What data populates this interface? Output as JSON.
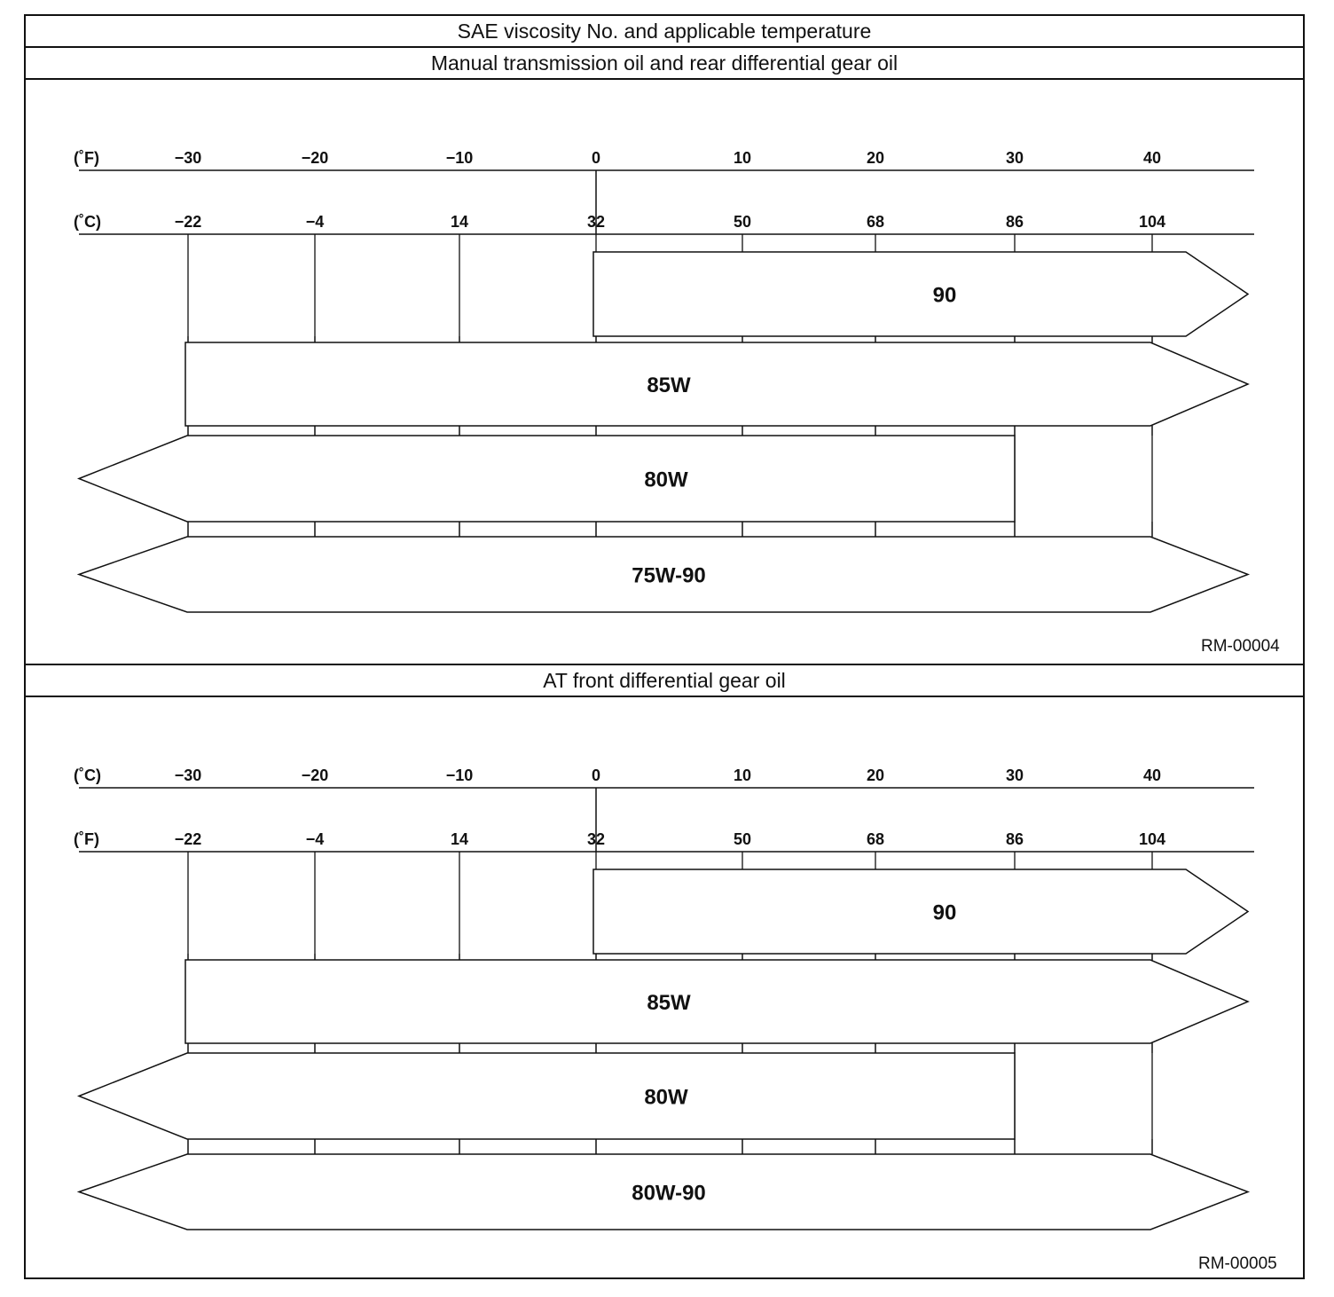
{
  "title": "SAE viscosity No. and applicable temperature",
  "panels": [
    {
      "title": "Manual transmission oil and rear differential gear oil",
      "code": "RM-00004",
      "top_scale": {
        "unit": "(˚F)",
        "ticks": [
          "−30",
          "−20",
          "−10",
          "0",
          "10",
          "20",
          "30",
          "40"
        ]
      },
      "bottom_scale": {
        "unit": "(˚C)",
        "ticks": [
          "−22",
          "−4",
          "14",
          "32",
          "50",
          "68",
          "86",
          "104"
        ]
      },
      "bands": [
        {
          "label": "90",
          "from_index": 3,
          "to_index": 7,
          "left_open": false,
          "right_open": true
        },
        {
          "label": "85W",
          "from_index": 0,
          "to_index": 7,
          "left_open": false,
          "right_open": true
        },
        {
          "label": "80W",
          "from_index": 0,
          "to_index": 6,
          "left_open": true,
          "right_open": false
        },
        {
          "label": "75W-90",
          "from_index": 0,
          "to_index": 7,
          "left_open": true,
          "right_open": true
        }
      ]
    },
    {
      "title": "AT front differential gear oil",
      "code": "RM-00005",
      "top_scale": {
        "unit": "(˚C)",
        "ticks": [
          "−30",
          "−20",
          "−10",
          "0",
          "10",
          "20",
          "30",
          "40"
        ]
      },
      "bottom_scale": {
        "unit": "(˚F)",
        "ticks": [
          "−22",
          "−4",
          "14",
          "32",
          "50",
          "68",
          "86",
          "104"
        ]
      },
      "bands": [
        {
          "label": "90",
          "from_index": 3,
          "to_index": 7,
          "left_open": false,
          "right_open": true
        },
        {
          "label": "85W",
          "from_index": 0,
          "to_index": 7,
          "left_open": false,
          "right_open": true
        },
        {
          "label": "80W",
          "from_index": 0,
          "to_index": 6,
          "left_open": true,
          "right_open": false
        },
        {
          "label": "80W-90",
          "from_index": 0,
          "to_index": 7,
          "left_open": true,
          "right_open": true
        }
      ]
    }
  ]
}
